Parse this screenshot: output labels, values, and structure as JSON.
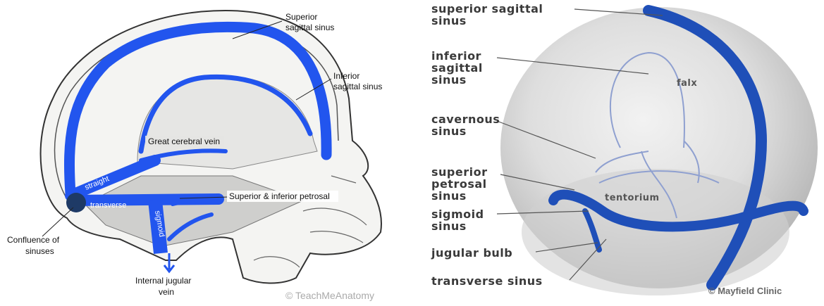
{
  "left_diagram": {
    "labels": {
      "superior_sagittal": [
        "Superior",
        "sagittal sinus"
      ],
      "inferior_sagittal": [
        "Inferior",
        "sagittal sinus"
      ],
      "great_cerebral": "Great cerebral vein",
      "straight": "straight",
      "transverse": "transverse",
      "sigmoid": "sigmoid",
      "petrosal": "Superior & inferior petrosal",
      "confluence": [
        "Confluence of",
        "sinuses"
      ],
      "jugular": [
        "Internal jugular",
        "vein"
      ]
    },
    "credit": "© TeachMeAnatomy",
    "sinus_color": "#2255ee",
    "confluence_color": "#1e3a66"
  },
  "right_diagram": {
    "labels": {
      "superior_sagittal": [
        "superior sagittal",
        "sinus"
      ],
      "inferior_sagittal": [
        "inferior",
        "sagittal",
        "sinus"
      ],
      "cavernous": [
        "cavernous",
        "sinus"
      ],
      "superior_petrosal": [
        "superior",
        "petrosal",
        "sinus"
      ],
      "sigmoid": [
        "sigmoid",
        "sinus"
      ],
      "jugular_bulb": "jugular bulb",
      "transverse": "transverse sinus",
      "falx": "falx",
      "tentorium": "tentorium"
    },
    "credit": "© Mayfield Clinic",
    "sinus_color": "#1f4fb8"
  }
}
